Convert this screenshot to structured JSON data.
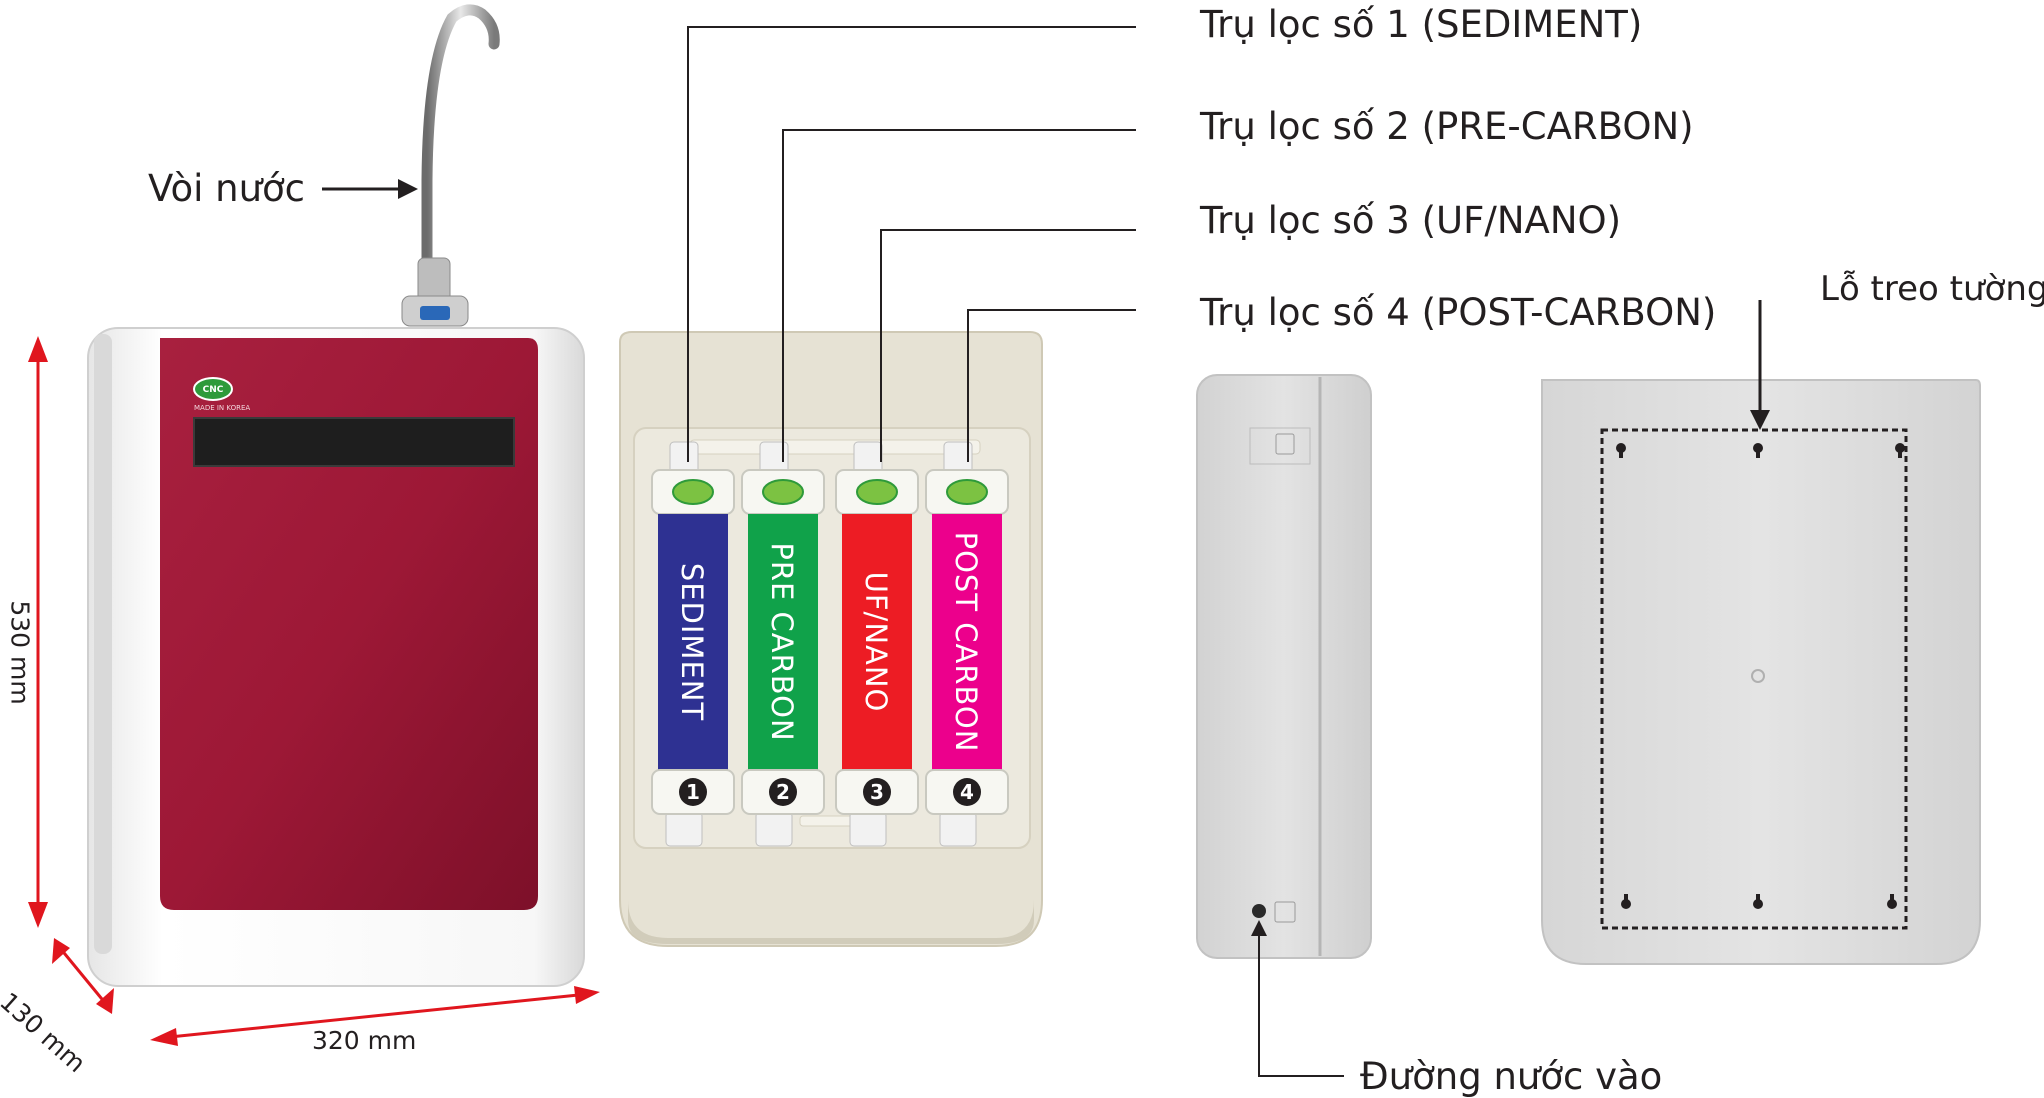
{
  "labels": {
    "faucet": "Vòi nước",
    "filter1": "Trụ lọc số 1 (SEDIMENT)",
    "filter2": "Trụ lọc số 2 (PRE-CARBON)",
    "filter3": "Trụ lọc số 3 (UF/NANO)",
    "filter4": "Trụ lọc số 4 (POST-CARBON)",
    "wall_hole": "Lỗ treo tường",
    "water_inlet": "Đường nước vào"
  },
  "dimensions": {
    "height": "530 mm",
    "depth": "130 mm",
    "width": "320 mm"
  },
  "brand": {
    "logo_text": "CNC",
    "made_in": "MADE IN KOREA"
  },
  "cartridges": [
    {
      "text": "SEDIMENT",
      "number": "1",
      "color": "#2e3192"
    },
    {
      "text": "PRE CARBON",
      "number": "2",
      "color": "#10a24a"
    },
    {
      "text": "UF/NANO",
      "number": "3",
      "color": "#ed1c24"
    },
    {
      "text": "POST CARBON",
      "number": "4",
      "color": "#ec008c"
    }
  ],
  "colors": {
    "panel_red": "#9d1836",
    "dimension_arrow": "#e0161e",
    "casing_beige": "#e6e2d4",
    "side_grey": "#dcdcdc"
  }
}
